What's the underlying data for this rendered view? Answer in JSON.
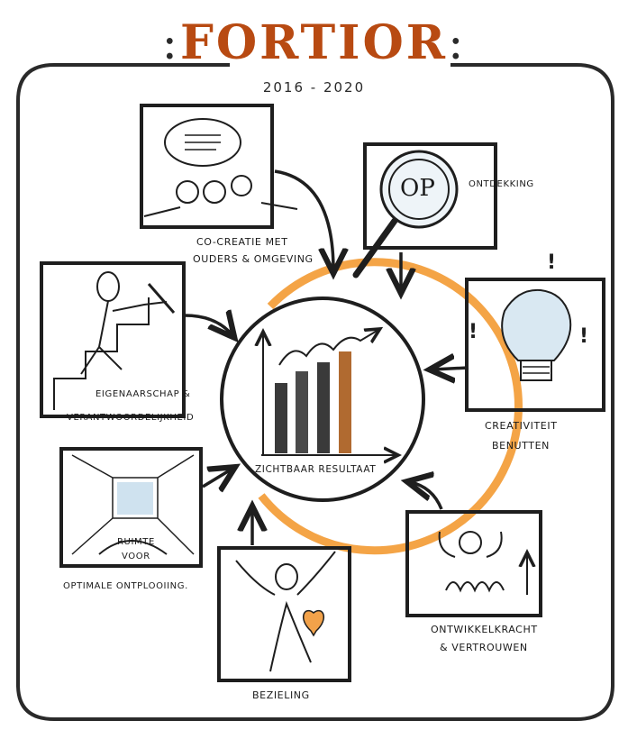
{
  "header": {
    "title": "FORTIOR",
    "years": "2016 - 2020"
  },
  "center": {
    "label": "ZICHTBAAR RESULTAAT"
  },
  "panels": {
    "cocreatie": {
      "line1": "CO-CREATIE MET",
      "line2": "OUDERS & OMGEVING"
    },
    "ontdekking": {
      "label": "ONTDEKKING",
      "icon_text": "OP"
    },
    "creativiteit": {
      "line1": "CREATIVITEIT",
      "line2": "BENUTTEN"
    },
    "ontwikkelkracht": {
      "line1": "ONTWIKKELKRACHT",
      "line2": "& VERTROUWEN"
    },
    "bezieling": {
      "label": "BEZIELING"
    },
    "ruimte": {
      "line1": "RUIMTE",
      "line2": "VOOR",
      "line3": "OPTIMALE ONTPLOOIING."
    },
    "eigenaarschap": {
      "line1": "EIGENAARSCHAP &",
      "line2": "VERANTWOORDELIJKHEID"
    }
  },
  "colors": {
    "accent": "#f39a32",
    "heart": "#f2a24a",
    "ink": "#1e1e1e",
    "title": "#b84a12",
    "tint": "#cfe2ef"
  }
}
